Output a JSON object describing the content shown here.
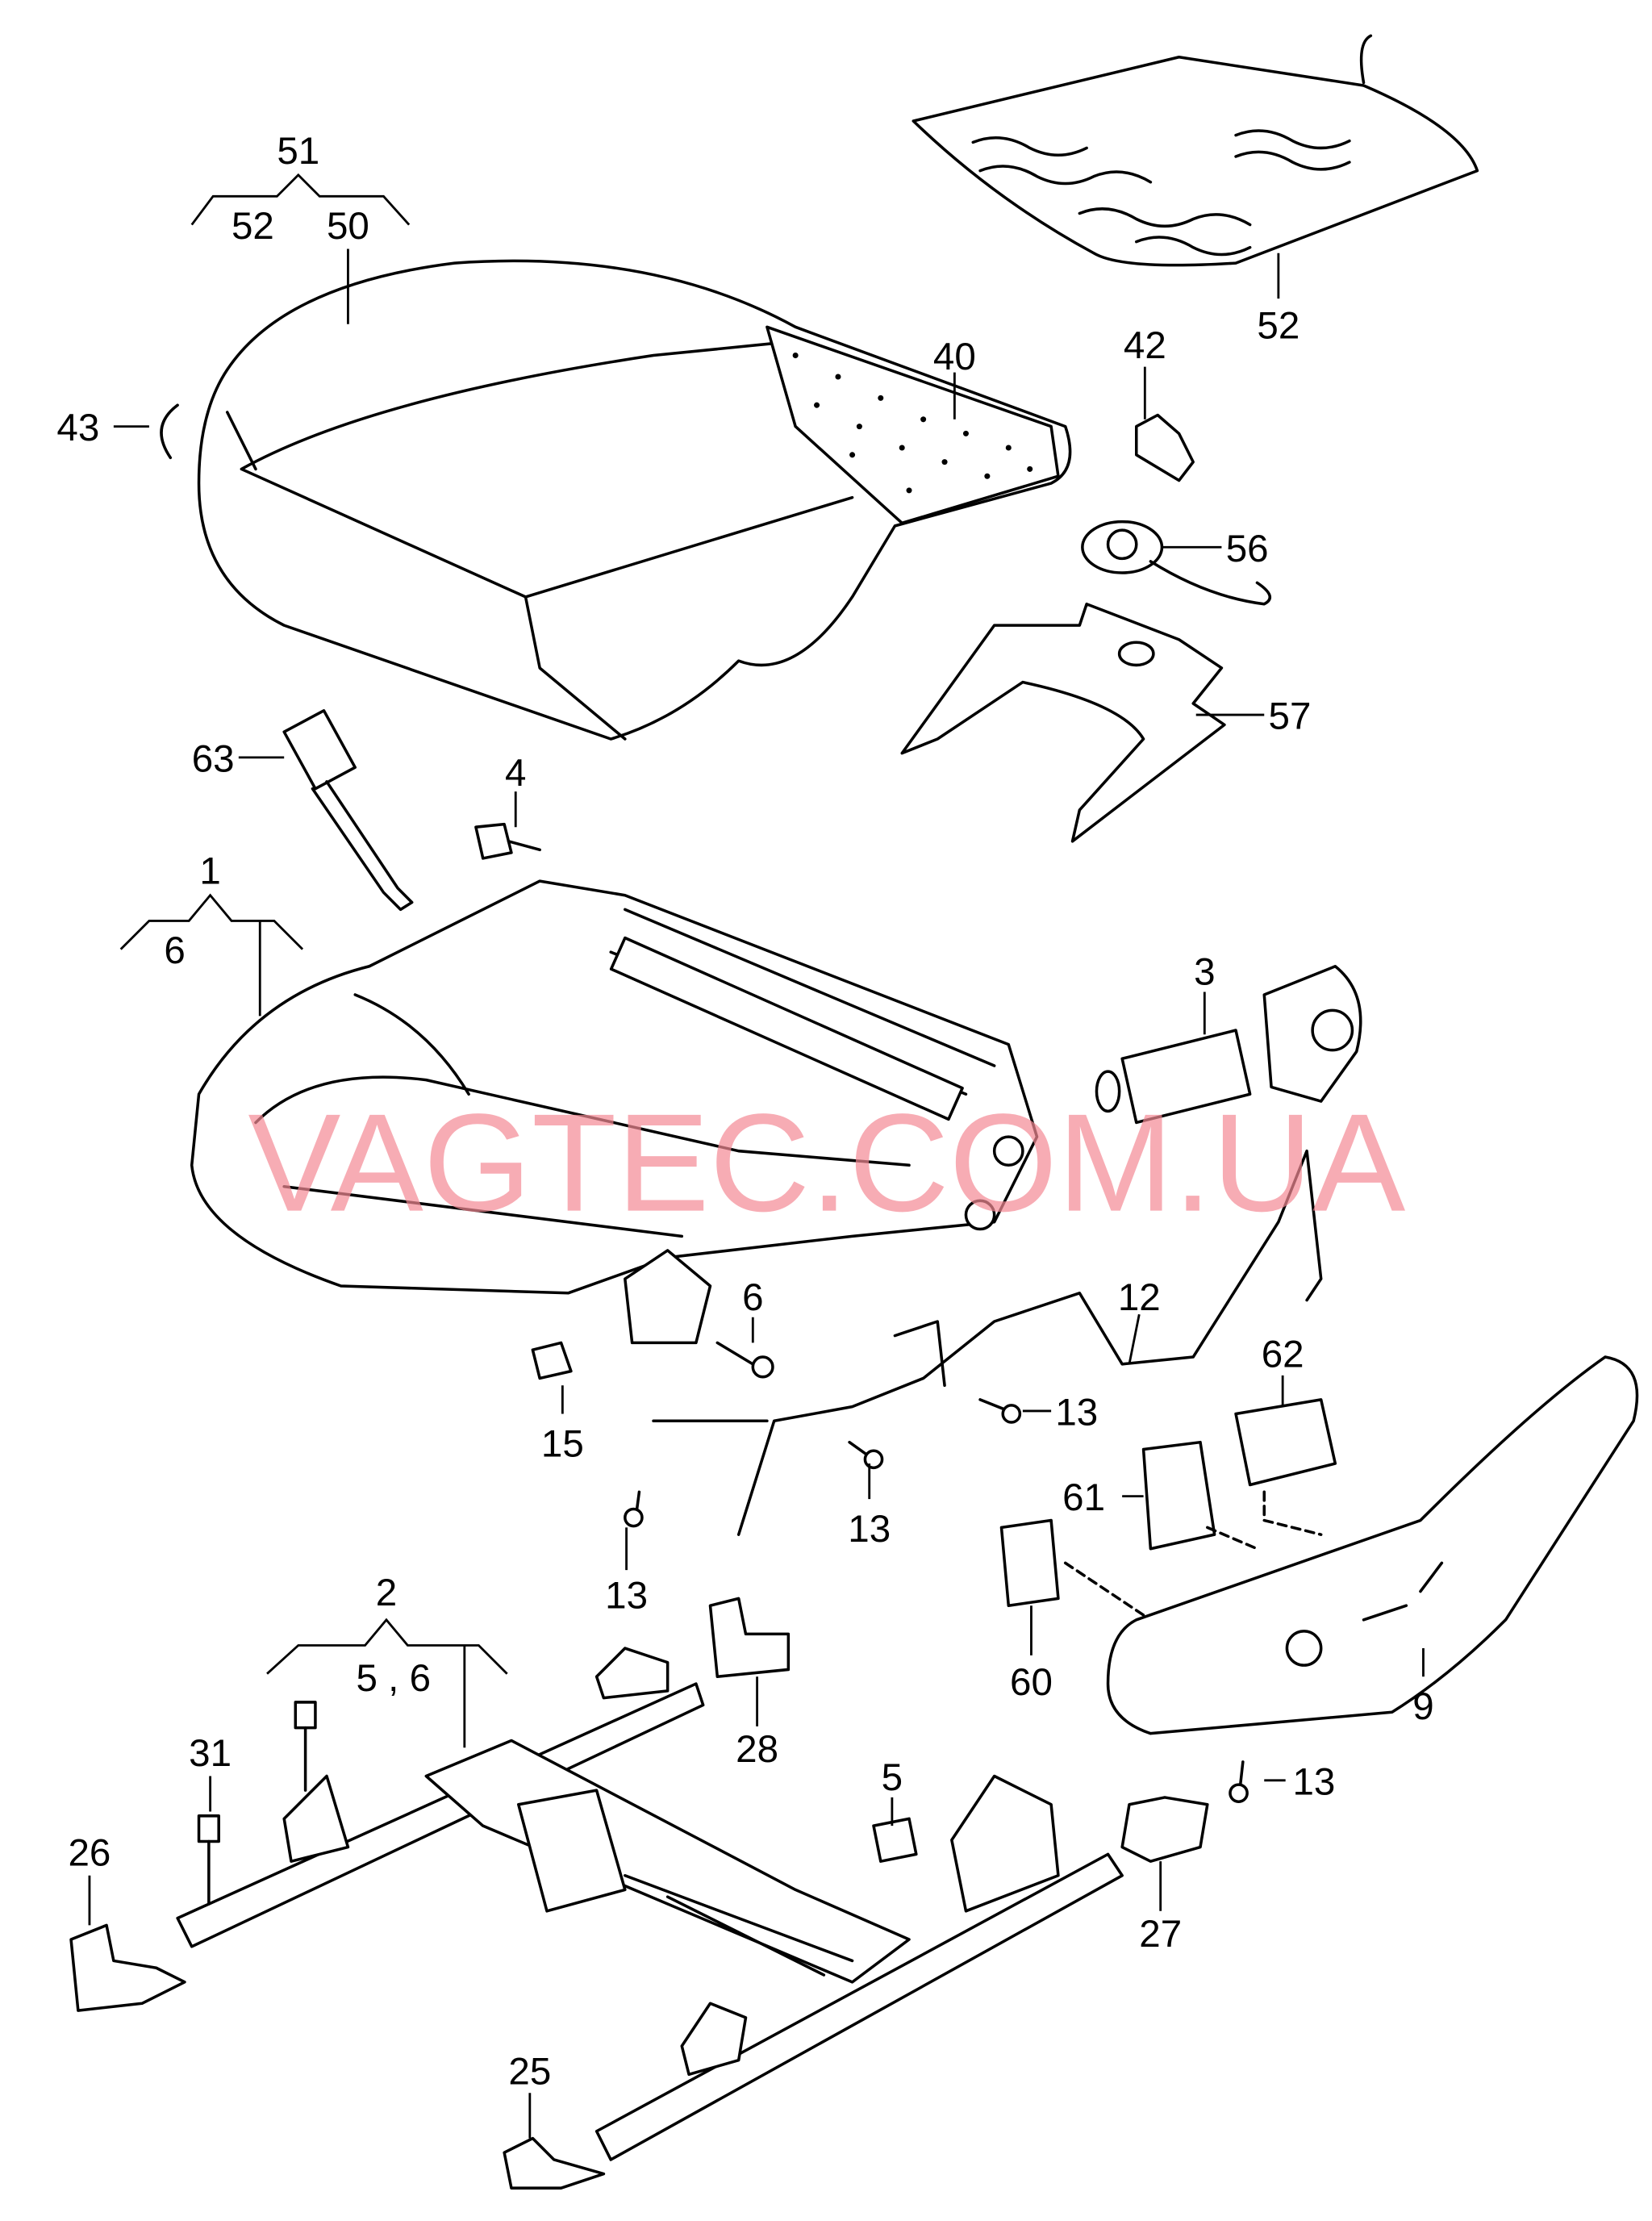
{
  "watermark": "VAGTEC.COM.UA",
  "labels": {
    "l51": "51",
    "l52a": "52",
    "l50": "50",
    "l43": "43",
    "l40": "40",
    "l52b": "52",
    "l42": "42",
    "l56": "56",
    "l57": "57",
    "l63": "63",
    "l4": "4",
    "l1": "1",
    "l6a": "6",
    "l3": "3",
    "l6b": "6",
    "l12": "12",
    "l15": "15",
    "l13a": "13",
    "l62": "62",
    "l61": "61",
    "l13b": "13",
    "l13c": "13",
    "l2": "2",
    "l56b": "5 , 6",
    "l31": "31",
    "l60": "60",
    "l28": "28",
    "l9": "9",
    "l5": "5",
    "l13d": "13",
    "l26": "26",
    "l27": "27",
    "l25": "25"
  }
}
